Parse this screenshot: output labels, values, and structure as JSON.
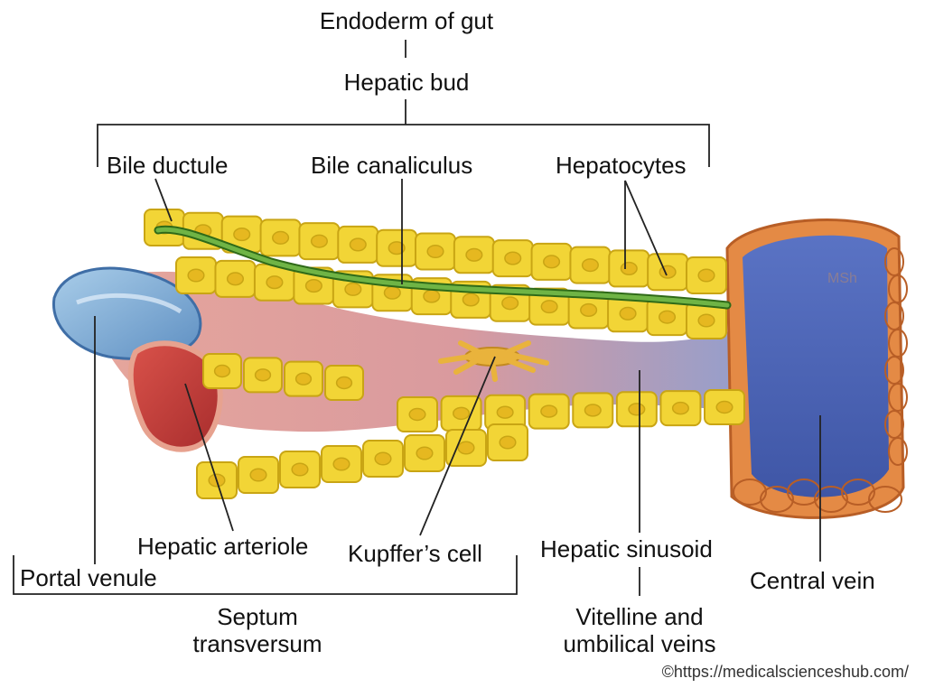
{
  "labels": {
    "endoderm_of_gut": "Endoderm of gut",
    "hepatic_bud": "Hepatic bud",
    "bile_ductule": "Bile ductule",
    "bile_canaliculus": "Bile canaliculus",
    "hepatocytes": "Hepatocytes",
    "hepatic_arteriole": "Hepatic arteriole",
    "kupffers_cell": "Kupffer’s cell",
    "hepatic_sinusoid": "Hepatic sinusoid",
    "portal_venule": "Portal venule",
    "central_vein": "Central vein",
    "septum_transversum_line1": "Septum",
    "septum_transversum_line2": "transversum",
    "vitelline_line1": "Vitelline and",
    "vitelline_line2": "umbilical veins"
  },
  "watermark": "MSh",
  "credit": "©https://medicalscienceshub.com/",
  "colors": {
    "hepatocyte": "#f2d536",
    "hepatocyte_edge": "#c9a514",
    "nucleus": "#e6b820",
    "bile_canaliculus": "#4f8f2a",
    "portal_blue": "#7fb0d8",
    "sinusoid_pink": "#e7a6a0",
    "membrane_pink": "#efb9ad",
    "central_vein_blue": "#4b63b8",
    "central_vein_wall": "#e48a45",
    "arteriole_red": "#c63a36",
    "kupffer": "#e9b33c"
  }
}
